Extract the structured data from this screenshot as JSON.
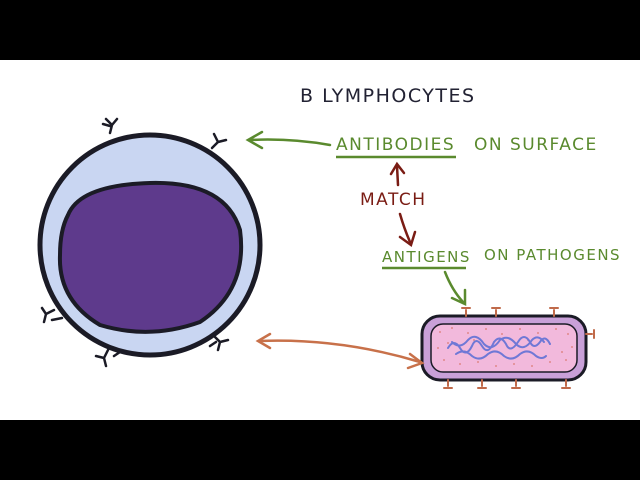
{
  "title": "B LYMPHOCYTES",
  "labels": {
    "antibodies": "ANTIBODIES",
    "on_surface": "ON SURFACE",
    "match": "MATCH",
    "antigens": "ANTIGENS",
    "on_pathogens": "ON PATHOGENS"
  },
  "colors": {
    "letterbox": "#000000",
    "background": "#ffffff",
    "title_text": "#222233",
    "green_text": "#5a8a2e",
    "match_text": "#7a1c14",
    "cell_outer": "#c9d6f2",
    "cell_outline": "#1b1b26",
    "nucleus": "#5e3a8c",
    "bacterium_fill": "#f2b9dc",
    "bacterium_wall": "#a87ab8",
    "bacterium_spots": "#e08a8a",
    "dna": "#6f78d6",
    "antigen_marks": "#c06a4a",
    "arrow_brown": "#c8714a",
    "arrow_dark_red": "#7a1c14",
    "arrow_green": "#5a8a2e"
  }
}
